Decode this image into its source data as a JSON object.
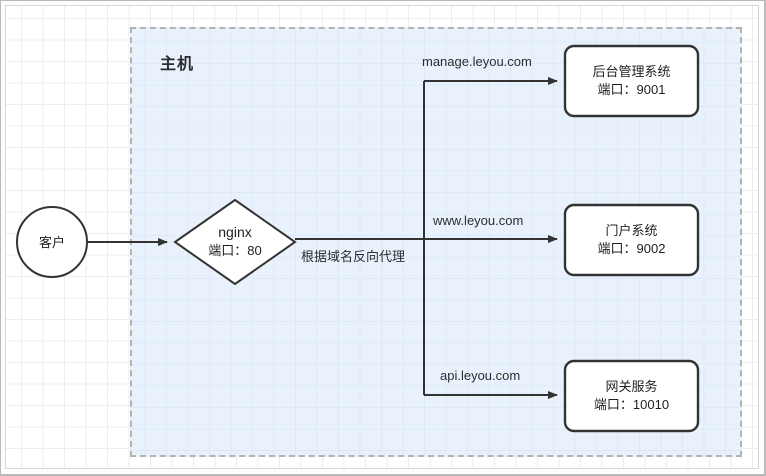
{
  "diagram": {
    "container": {
      "title": "主机",
      "fill_color": "#e9f2fc",
      "border_color": "#b3b3b3"
    },
    "nodes": [
      {
        "id": "client",
        "shape": "circle",
        "label": "客户"
      },
      {
        "id": "nginx",
        "shape": "diamond",
        "line1": "nginx",
        "line2": "端口：80"
      },
      {
        "id": "admin",
        "shape": "rounded-rect",
        "line1": "后台管理系统",
        "line2": "端口：9001"
      },
      {
        "id": "portal",
        "shape": "rounded-rect",
        "line1": "门户系统",
        "line2": "端口：9002"
      },
      {
        "id": "gateway",
        "shape": "rounded-rect",
        "line1": "网关服务",
        "line2": "端口：10010"
      }
    ],
    "edges": [
      {
        "id": "client-to-nginx",
        "label": ""
      },
      {
        "id": "nginx-to-branch",
        "label": "根据域名反向代理"
      },
      {
        "id": "branch-to-admin",
        "label": "manage.leyou.com"
      },
      {
        "id": "branch-to-portal",
        "label": "www.leyou.com"
      },
      {
        "id": "branch-to-gateway",
        "label": "api.leyou.com"
      }
    ],
    "colors": {
      "stroke": "#333333",
      "node_fill": "#ffffff",
      "text": "#1f1f1f"
    }
  }
}
